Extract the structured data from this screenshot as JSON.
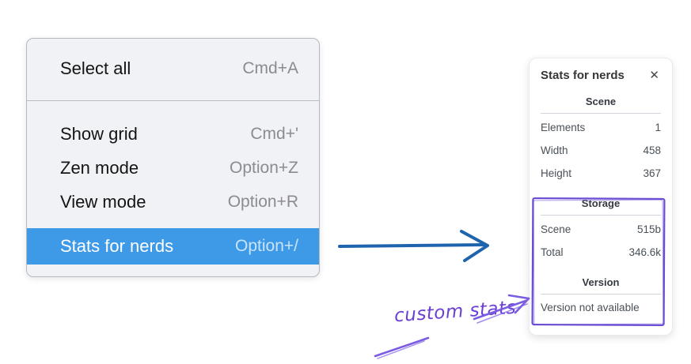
{
  "context_menu": {
    "items": [
      {
        "label": "Select all",
        "shortcut": "Cmd+A"
      },
      {
        "label": "Show grid",
        "shortcut": "Cmd+'"
      },
      {
        "label": "Zen mode",
        "shortcut": "Option+Z"
      },
      {
        "label": "View mode",
        "shortcut": "Option+R"
      },
      {
        "label": "Stats for nerds",
        "shortcut": "Option+/"
      }
    ],
    "highlighted_item": "Stats for nerds"
  },
  "stats_panel": {
    "title": "Stats for nerds",
    "close_icon": "✕",
    "sections": {
      "scene": {
        "header": "Scene",
        "rows": [
          {
            "label": "Elements",
            "value": "1"
          },
          {
            "label": "Width",
            "value": "458"
          },
          {
            "label": "Height",
            "value": "367"
          }
        ]
      },
      "storage": {
        "header": "Storage",
        "rows": [
          {
            "label": "Scene",
            "value": "515b"
          },
          {
            "label": "Total",
            "value": "346.6k"
          }
        ]
      },
      "version": {
        "header": "Version",
        "note": "Version not available"
      }
    }
  },
  "annotation": {
    "text": "custom stats"
  },
  "colors": {
    "menu_highlight": "#3e9ae6",
    "menu_background": "#f1f2f5",
    "flow_arrow_blue": "#1e63ae",
    "annotation_purple": "#6a4dd3",
    "panel_separator": "#ced4da"
  }
}
